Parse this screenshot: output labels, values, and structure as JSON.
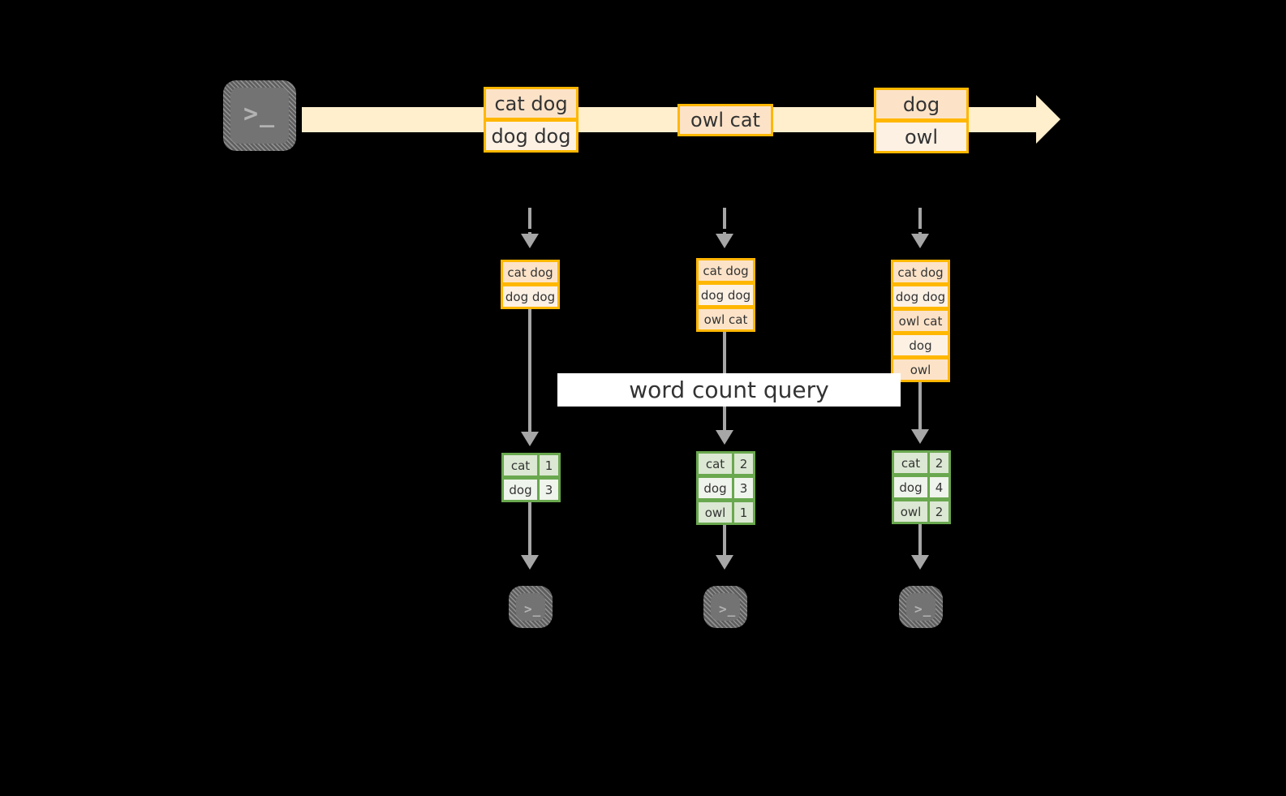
{
  "colors": {
    "background": "#000000",
    "stream_fill": "#ffefcd",
    "record_border": "#ffb700",
    "record_fill_dark": "#fce3c8",
    "record_fill_light": "#fdf1e4",
    "table_border": "#6aa84f",
    "table_fill_dark": "#dce8d3",
    "table_fill_light": "#eff4ec",
    "arrow_gray": "#a6a6a6",
    "terminal_body": "#737373",
    "label_bg": "#ffffff",
    "text": "#333333"
  },
  "source": {
    "icon": "terminal-icon",
    "prompt": ">_"
  },
  "stream": {
    "groups": [
      {
        "lines": [
          {
            "text": "cat dog",
            "shade": "dark"
          },
          {
            "text": "dog dog",
            "shade": "light"
          }
        ]
      },
      {
        "lines": [
          {
            "text": "owl cat",
            "shade": "dark"
          }
        ]
      },
      {
        "lines": [
          {
            "text": "dog",
            "shade": "dark"
          },
          {
            "text": "owl",
            "shade": "light"
          }
        ]
      }
    ]
  },
  "query": {
    "label": "word count query"
  },
  "snapshots": [
    {
      "id": "snapshot-1",
      "input_lines": [
        {
          "text": "cat dog",
          "shade": "dark"
        },
        {
          "text": "dog dog",
          "shade": "light"
        }
      ],
      "results": [
        {
          "word": "cat",
          "count": "1",
          "shade": "dark"
        },
        {
          "word": "dog",
          "count": "3",
          "shade": "light"
        }
      ],
      "sink": {
        "icon": "terminal-icon",
        "prompt": ">_"
      }
    },
    {
      "id": "snapshot-2",
      "input_lines": [
        {
          "text": "cat dog",
          "shade": "dark"
        },
        {
          "text": "dog dog",
          "shade": "light"
        },
        {
          "text": "owl cat",
          "shade": "dark"
        }
      ],
      "results": [
        {
          "word": "cat",
          "count": "2",
          "shade": "dark"
        },
        {
          "word": "dog",
          "count": "3",
          "shade": "light"
        },
        {
          "word": "owl",
          "count": "1",
          "shade": "dark"
        }
      ],
      "sink": {
        "icon": "terminal-icon",
        "prompt": ">_"
      }
    },
    {
      "id": "snapshot-3",
      "input_lines": [
        {
          "text": "cat dog",
          "shade": "dark"
        },
        {
          "text": "dog dog",
          "shade": "light"
        },
        {
          "text": "owl cat",
          "shade": "dark"
        },
        {
          "text": "dog",
          "shade": "light"
        },
        {
          "text": "owl",
          "shade": "dark"
        }
      ],
      "results": [
        {
          "word": "cat",
          "count": "2",
          "shade": "dark"
        },
        {
          "word": "dog",
          "count": "4",
          "shade": "light"
        },
        {
          "word": "owl",
          "count": "2",
          "shade": "dark"
        }
      ],
      "sink": {
        "icon": "terminal-icon",
        "prompt": ">_"
      }
    }
  ]
}
